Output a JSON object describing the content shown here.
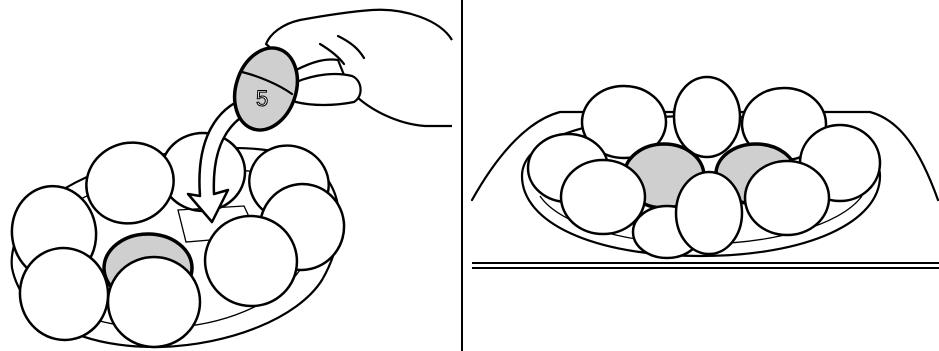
{
  "panels": [
    {
      "name": "placing-egg",
      "egg_number": "5"
    },
    {
      "name": "eggs-in-tray"
    }
  ],
  "colors": {
    "line": "#000000",
    "egg": "#ffffff",
    "marked_egg": "#cfcfcf"
  }
}
